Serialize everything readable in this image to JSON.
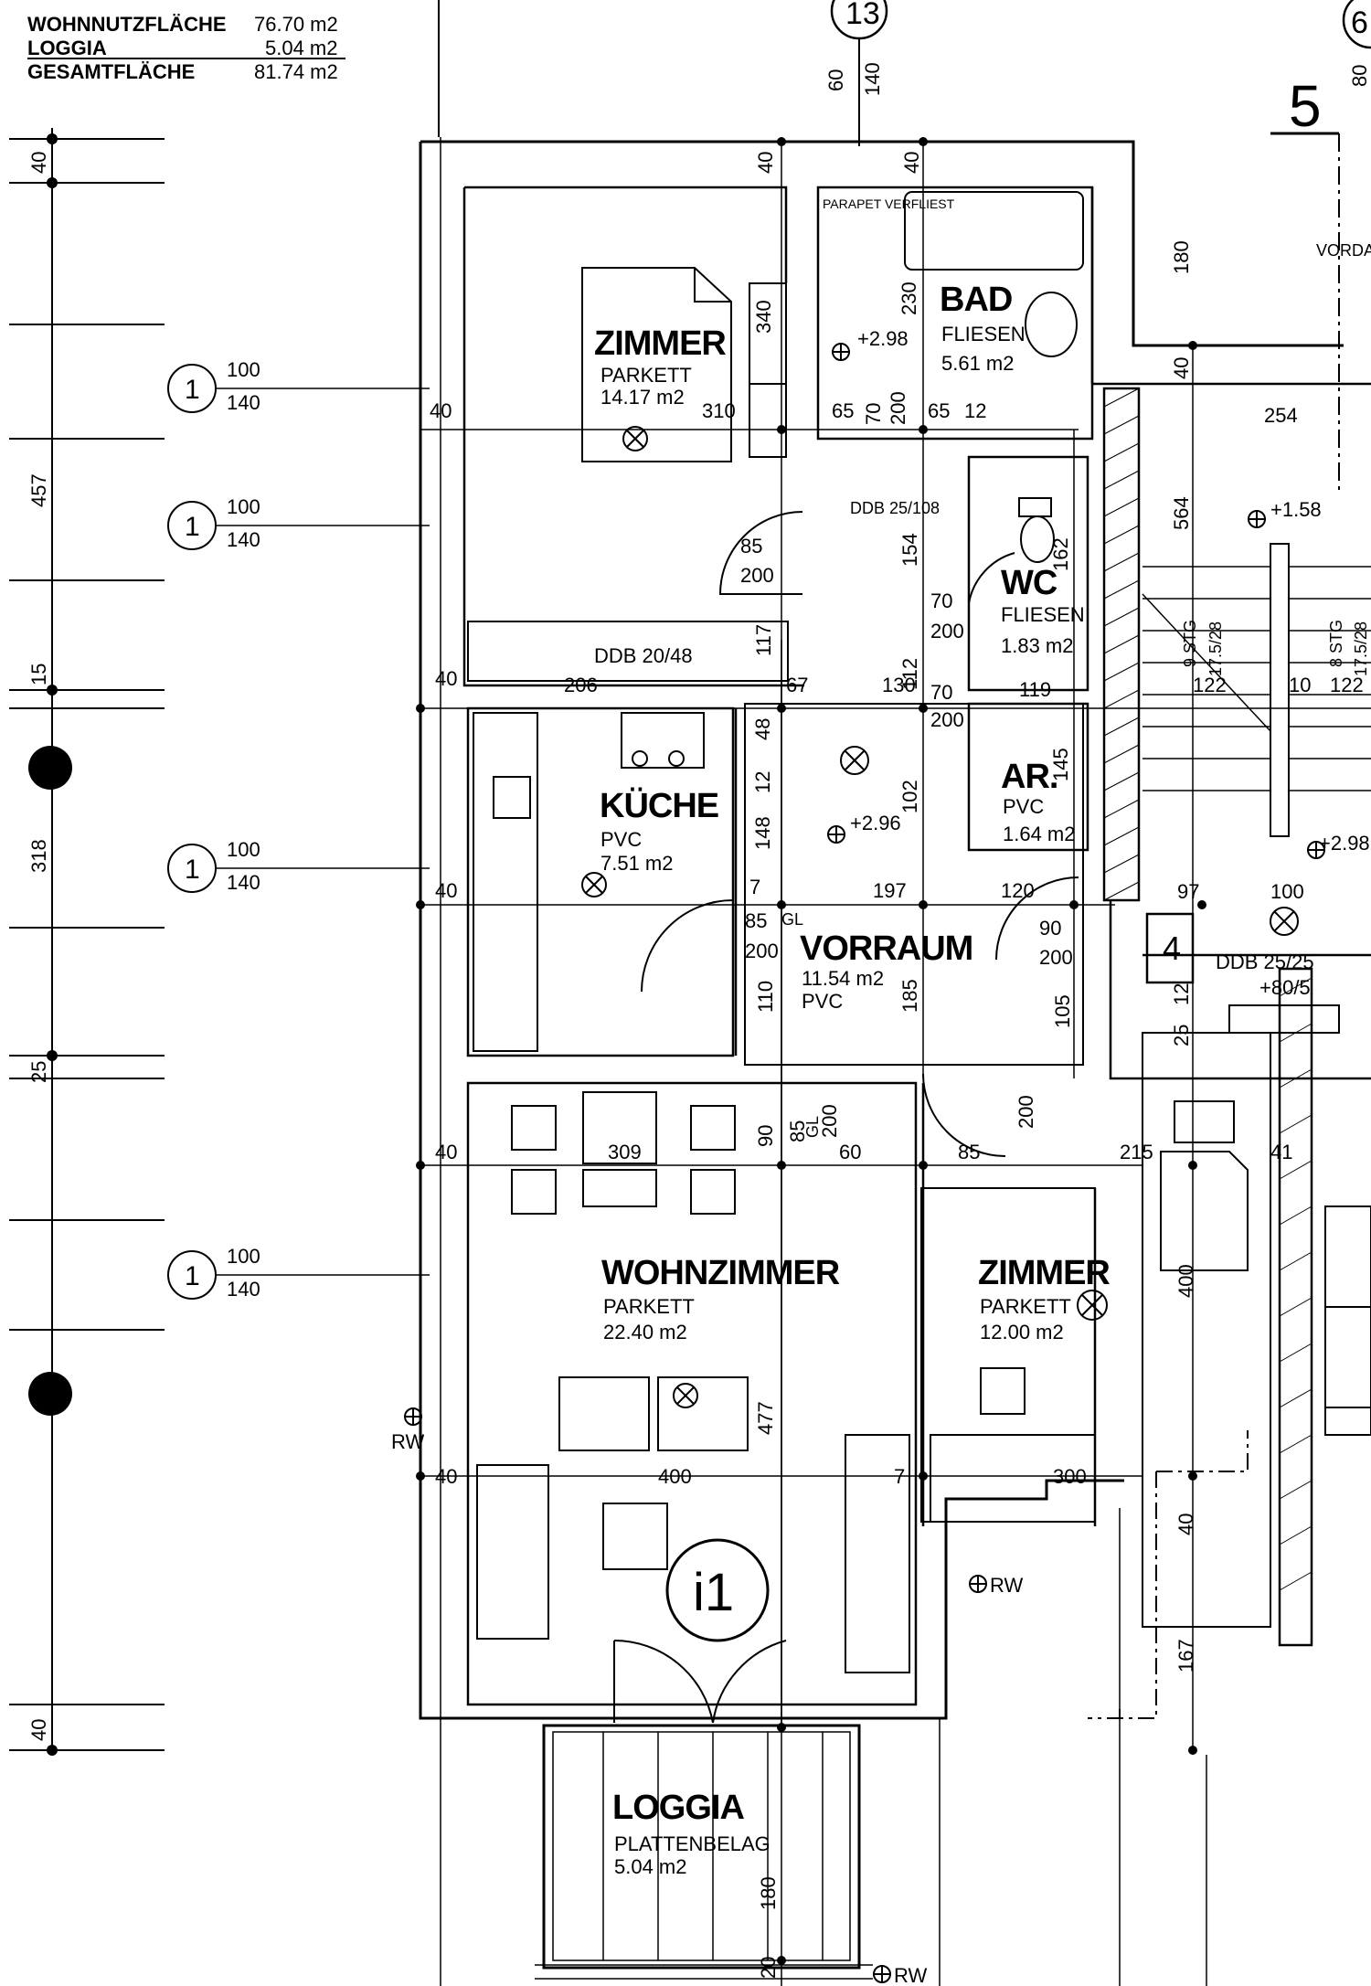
{
  "summary": {
    "rows": [
      {
        "label": "WOHNNUTZFLÄCHE",
        "value": "76.70 m2"
      },
      {
        "label": "LOGGIA",
        "value": "5.04 m2"
      },
      {
        "label": "GESAMTFLÄCHE",
        "value": "81.74 m2"
      }
    ]
  },
  "grid": {
    "axis_a": "13",
    "axis_b": "6",
    "section": "5"
  },
  "rooms": {
    "zimmer1": {
      "name": "ZIMMER",
      "floor": "PARKETT",
      "area": "14.17 m2"
    },
    "bad": {
      "name": "BAD",
      "floor": "FLIESEN",
      "area": "5.61 m2"
    },
    "wc": {
      "name": "WC",
      "floor": "FLIESEN",
      "area": "1.83 m2"
    },
    "kueche": {
      "name": "KÜCHE",
      "floor": "PVC",
      "area": "7.51 m2"
    },
    "ar": {
      "name": "AR.",
      "floor": "PVC",
      "area": "1.64 m2"
    },
    "vorraum": {
      "name": "VORRAUM",
      "floor": "PVC",
      "area": "11.54 m2"
    },
    "wohnzimmer": {
      "name": "WOHNZIMMER",
      "floor": "PARKETT",
      "area": "22.40 m2"
    },
    "zimmer2": {
      "name": "ZIMMER",
      "floor": "PARKETT",
      "area": "12.00 m2"
    },
    "loggia": {
      "name": "LOGGIA",
      "floor": "PLATTENBELAG",
      "area": "5.04 m2"
    }
  },
  "labels": {
    "unit_no": "i1",
    "rw": "RW",
    "ddb1": "DDB 20/48",
    "ddb2": "DDB 25/108",
    "ddb3": "DDB 25/25",
    "ddb3_sub": "+80/5",
    "lvl1": "+2.98",
    "lvl2": "+2.96",
    "lvl3": "+1.58",
    "lvl4": "+2.98",
    "vordach": "VORDACH",
    "stair_a": "9 STG",
    "stair_a2": "17.5/28",
    "stair_b": "8 STG",
    "stair_b2": "17.5/28",
    "mark4": "4",
    "bath_note": "PARAPET VERFLIEST",
    "window_a": "100",
    "window_b": "140",
    "window_no": "1",
    "gl": "GL"
  },
  "dims": {
    "d40a": "40",
    "d457": "457",
    "d15": "15",
    "d318": "318",
    "d25": "25",
    "d40b": "40",
    "d60": "60",
    "d140": "140",
    "d40c": "40",
    "d40d": "40",
    "d230": "230",
    "d180": "180",
    "d564": "564",
    "d254": "254",
    "d310": "310",
    "d340": "340",
    "d65a": "65",
    "d70a": "70",
    "d200a": "200",
    "d65b": "65",
    "d12a": "12",
    "d85a": "85",
    "d200b": "200",
    "d117": "117",
    "d154": "154",
    "d206": "206",
    "d67": "67",
    "d130": "130",
    "d112": "112",
    "d70b": "70",
    "d200c": "200",
    "d70c": "70",
    "d200d": "200",
    "d119": "119",
    "d145": "145",
    "d122a": "122",
    "d10": "10",
    "d122b": "122",
    "d148": "148",
    "d12b": "12",
    "d48": "48",
    "d102": "102",
    "d197": "197",
    "d85b": "85",
    "d200e": "200",
    "d110": "110",
    "d185": "185",
    "d90a": "90",
    "d200f": "200",
    "d105": "105",
    "d100": "100",
    "d309": "309",
    "d90b": "90",
    "d85c": "85",
    "d200g": "200",
    "d60b": "60",
    "d85d": "85",
    "d200h": "200",
    "d215": "215",
    "d400a": "400",
    "d477": "477",
    "d400b": "400",
    "d300": "300",
    "d167": "167",
    "d180b": "180",
    "d40e": "40",
    "d40f": "40",
    "d40g": "40",
    "d40h": "40",
    "d40i": "40",
    "d40j": "40",
    "d7a": "7",
    "d7b": "7",
    "d162": "162",
    "d120": "120",
    "d40k": "40",
    "d20": "20",
    "d12c": "12",
    "d25b": "25",
    "d41": "41",
    "d97": "97"
  }
}
